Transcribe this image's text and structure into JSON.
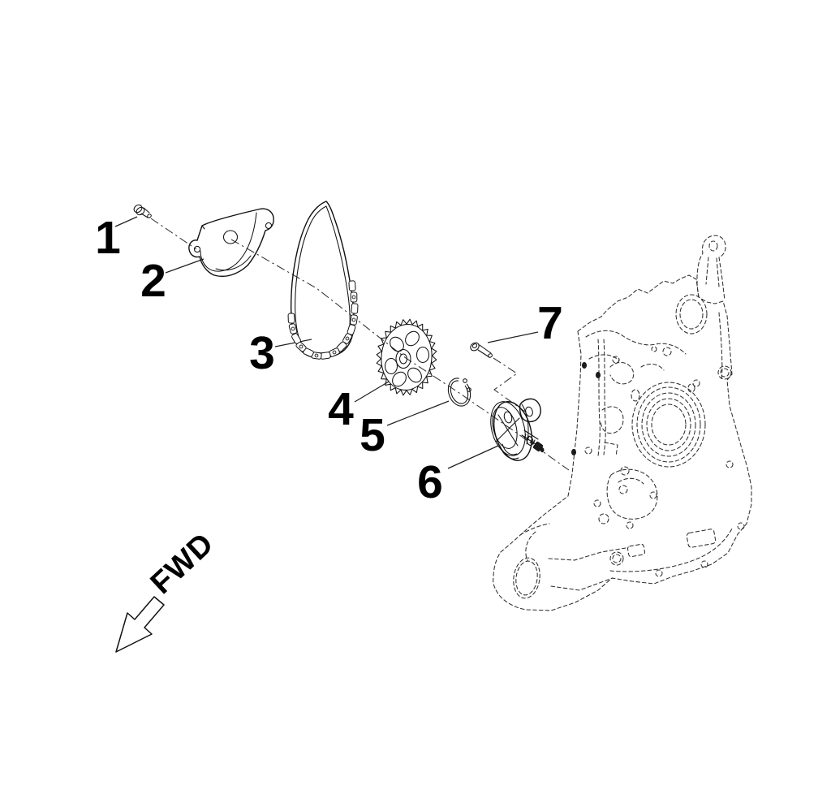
{
  "diagram": {
    "type": "exploded-parts-diagram",
    "background_color": "#ffffff",
    "line_color": "#1a1a1a",
    "callouts": [
      {
        "number": "1"
      },
      {
        "number": "2"
      },
      {
        "number": "3"
      },
      {
        "number": "4"
      },
      {
        "number": "5"
      },
      {
        "number": "6"
      },
      {
        "number": "7"
      }
    ],
    "direction_arrow": {
      "label": "FWD"
    }
  }
}
